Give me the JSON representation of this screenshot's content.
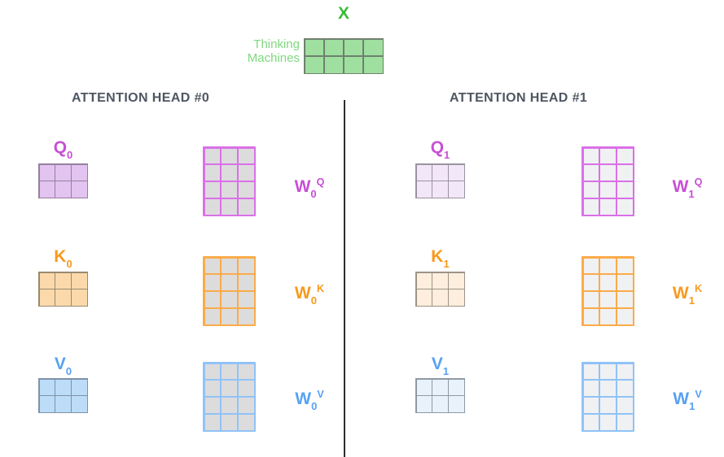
{
  "input": {
    "label": "X",
    "label_color": "#3bbd3b",
    "caption_line1": "Thinking",
    "caption_line2": "Machines",
    "caption_color": "#7ed87e",
    "matrix": {
      "rows": 2,
      "cols": 4,
      "fill": "#9fdf9f",
      "border": "#6f806f"
    }
  },
  "divider_color": "#2d2d2d",
  "title_color": "#4e5662",
  "heads": [
    {
      "title": "ATTENTION HEAD #0",
      "rows": [
        {
          "label": {
            "base": "Q",
            "sub": "0"
          },
          "label_color": "#c74fd6",
          "matrix": {
            "rows": 2,
            "cols": 3,
            "fill": "#e3c3f0",
            "border": "#94809c"
          },
          "weight_matrix": {
            "rows": 4,
            "cols": 3,
            "fill": "#dcdcdc",
            "border": "#da70e8"
          },
          "weight_label": {
            "base": "W",
            "sub": "0",
            "sup": "Q"
          }
        },
        {
          "label": {
            "base": "K",
            "sub": "0"
          },
          "label_color": "#f8991d",
          "matrix": {
            "rows": 2,
            "cols": 3,
            "fill": "#fcd9ab",
            "border": "#99896f"
          },
          "weight_matrix": {
            "rows": 4,
            "cols": 3,
            "fill": "#dcdcdc",
            "border": "#fbab4a"
          },
          "weight_label": {
            "base": "W",
            "sub": "0",
            "sup": "K"
          }
        },
        {
          "label": {
            "base": "V",
            "sub": "0"
          },
          "label_color": "#57a1f4",
          "matrix": {
            "rows": 2,
            "cols": 3,
            "fill": "#bcdcf8",
            "border": "#7d93a8"
          },
          "weight_matrix": {
            "rows": 4,
            "cols": 3,
            "fill": "#dcdcdc",
            "border": "#90c3f8"
          },
          "weight_label": {
            "base": "W",
            "sub": "0",
            "sup": "V"
          }
        }
      ]
    },
    {
      "title": "ATTENTION HEAD #1",
      "rows": [
        {
          "label": {
            "base": "Q",
            "sub": "1"
          },
          "label_color": "#c74fd6",
          "matrix": {
            "rows": 2,
            "cols": 3,
            "fill": "#f4e6f9",
            "border": "#9a93a0"
          },
          "weight_matrix": {
            "rows": 4,
            "cols": 3,
            "fill": "#f0f1f2",
            "border": "#da70e8"
          },
          "weight_label": {
            "base": "W",
            "sub": "1",
            "sup": "Q"
          }
        },
        {
          "label": {
            "base": "K",
            "sub": "1"
          },
          "label_color": "#f8991d",
          "matrix": {
            "rows": 2,
            "cols": 3,
            "fill": "#fdeedd",
            "border": "#9c9488"
          },
          "weight_matrix": {
            "rows": 4,
            "cols": 3,
            "fill": "#f0f1f2",
            "border": "#fbab4a"
          },
          "weight_label": {
            "base": "W",
            "sub": "1",
            "sup": "K"
          }
        },
        {
          "label": {
            "base": "V",
            "sub": "1"
          },
          "label_color": "#57a1f4",
          "matrix": {
            "rows": 2,
            "cols": 3,
            "fill": "#e9f1fb",
            "border": "#8e99a5"
          },
          "weight_matrix": {
            "rows": 4,
            "cols": 3,
            "fill": "#f0f1f2",
            "border": "#90c3f8"
          },
          "weight_label": {
            "base": "W",
            "sub": "1",
            "sup": "V"
          }
        }
      ]
    }
  ]
}
